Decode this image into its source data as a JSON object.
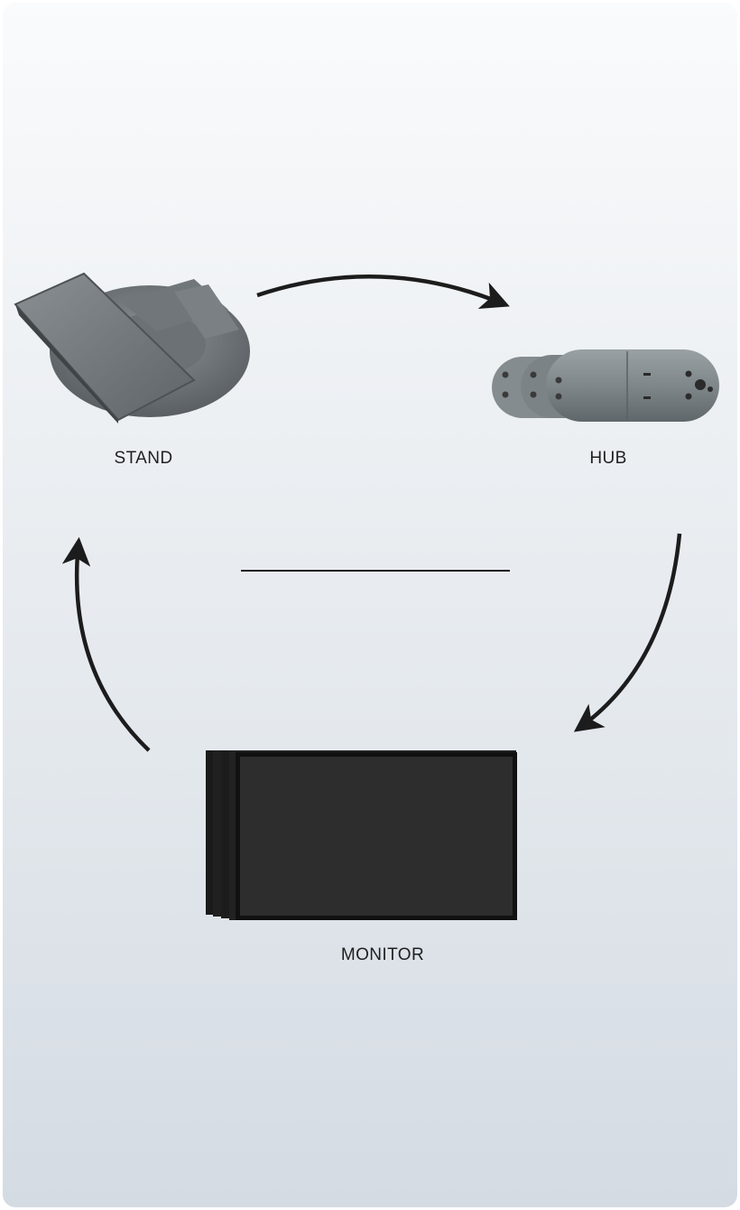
{
  "nodes": {
    "stand": {
      "label": "STAND"
    },
    "hub": {
      "label": "HUB"
    },
    "monitor": {
      "label": "MONITOR"
    }
  },
  "colors": {
    "arrow": "#1c1c1c",
    "screen": "#2b2b2b",
    "device_gray": "#7d8386",
    "device_dark": "#5f6569"
  }
}
